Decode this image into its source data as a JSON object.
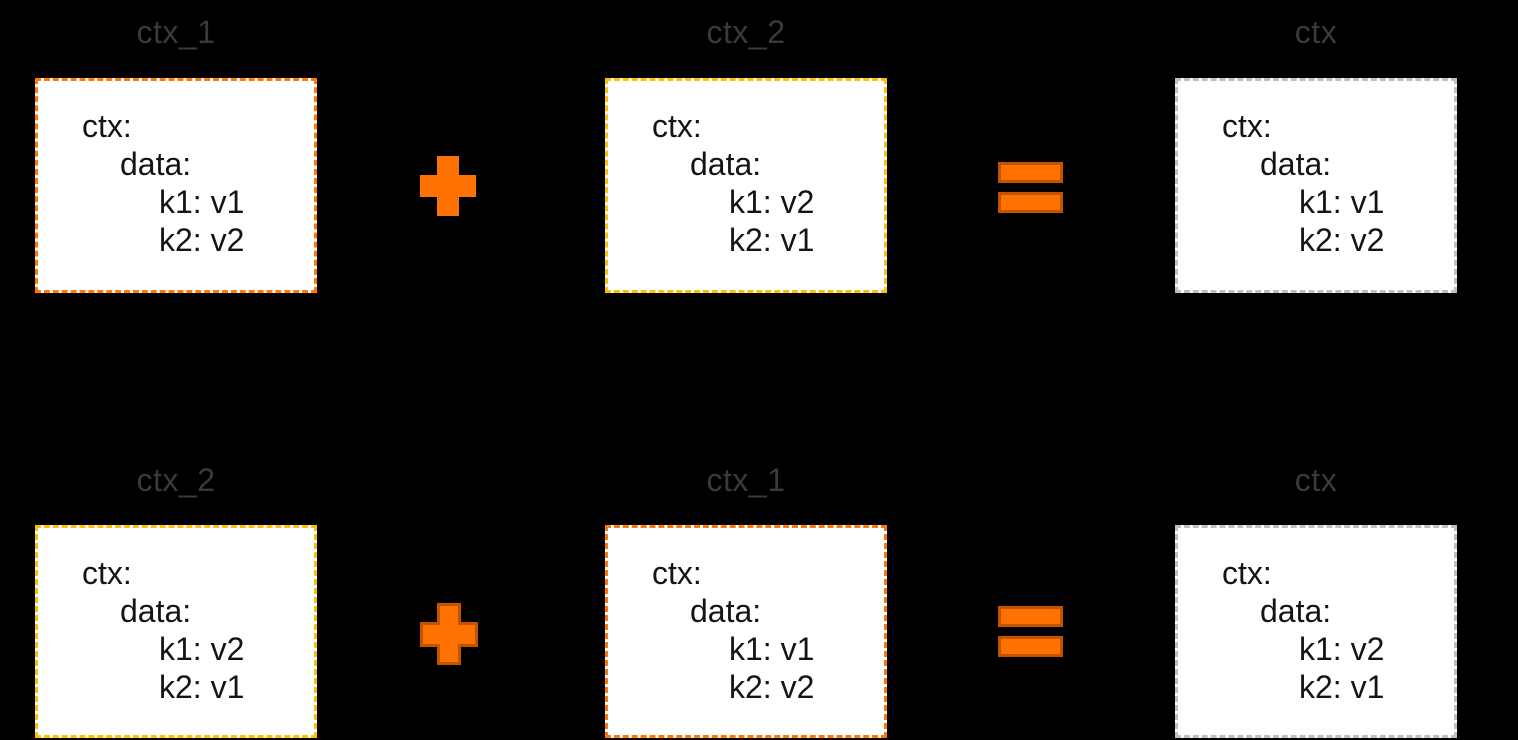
{
  "background_color": "#000000",
  "colors": {
    "label_text": "#3a3a3a",
    "box_text": "#141414",
    "box_fill": "#ffffff",
    "orange_border": "#FF7900",
    "yellow_border": "#FFC000",
    "gray_border": "#BFBFBF",
    "operator_fill": "#FF7100",
    "operator_stroke": "#C25400"
  },
  "rows": [
    {
      "operand1": {
        "label": "ctx_1",
        "border_color": "#FF7900",
        "lines": [
          "ctx:",
          "data:",
          "k1: v1",
          "k2: v2"
        ]
      },
      "operator1": "plus",
      "operand2": {
        "label": "ctx_2",
        "border_color": "#FFC000",
        "lines": [
          "ctx:",
          "data:",
          "k1: v2",
          "k2: v1"
        ]
      },
      "operator2": "equals",
      "result": {
        "label": "ctx",
        "border_color": "#BFBFBF",
        "lines": [
          "ctx:",
          "data:",
          "k1: v1",
          "k2: v2"
        ]
      }
    },
    {
      "operand1": {
        "label": "ctx_2",
        "border_color": "#FFC000",
        "lines": [
          "ctx:",
          "data:",
          "k1: v2",
          "k2: v1"
        ]
      },
      "operator1": "plus",
      "operand2": {
        "label": "ctx_1",
        "border_color": "#FF7900",
        "lines": [
          "ctx:",
          "data:",
          "k1: v1",
          "k2: v2"
        ]
      },
      "operator2": "equals",
      "result": {
        "label": "ctx",
        "border_color": "#BFBFBF",
        "lines": [
          "ctx:",
          "data:",
          "k1: v2",
          "k2: v1"
        ]
      }
    }
  ]
}
